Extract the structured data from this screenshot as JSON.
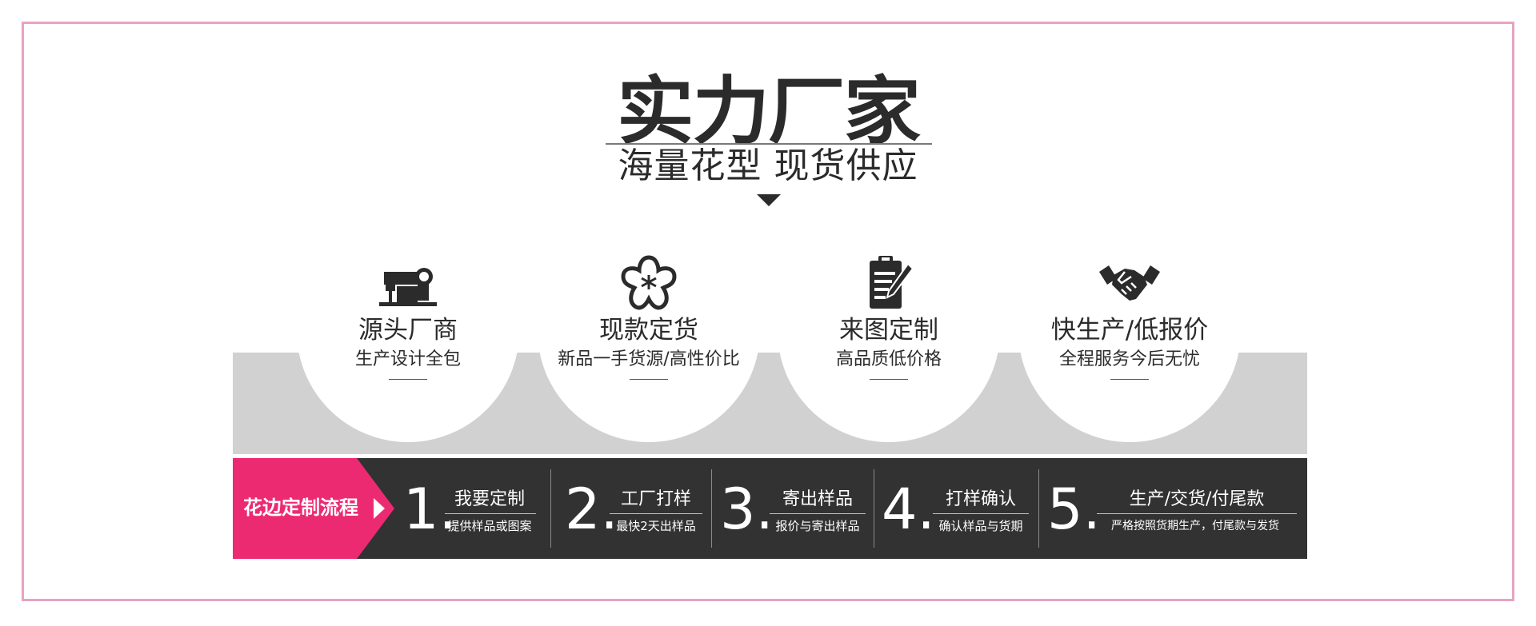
{
  "hero": {
    "title": "实力厂家",
    "subtitle": "海量花型 现货供应"
  },
  "features": [
    {
      "icon": "sewing-machine-icon",
      "title": "源头厂商",
      "desc": "生产设计全包"
    },
    {
      "icon": "flower-icon",
      "title": "现款定货",
      "desc": "新品一手货源/高性价比"
    },
    {
      "icon": "clipboard-icon",
      "title": "来图定制",
      "desc": "高品质低价格"
    },
    {
      "icon": "handshake-icon",
      "title": "快生产/低报价",
      "desc": "全程服务今后无忧"
    }
  ],
  "process": {
    "label": "花边定制流程",
    "steps": [
      {
        "number": "1.",
        "title": "我要定制",
        "desc": "提供样品或图案"
      },
      {
        "number": "2.",
        "title": "工厂打样",
        "desc": "最快2天出样品"
      },
      {
        "number": "3.",
        "title": "寄出样品",
        "desc": "报价与寄出样品"
      },
      {
        "number": "4.",
        "title": "打样确认",
        "desc": "确认样品与货期"
      },
      {
        "number": "5.",
        "title": "生产/交货/付尾款",
        "desc": "严格按照货期生产，付尾款与发货"
      }
    ]
  },
  "colors": {
    "accent": "#ec2a72",
    "frame": "#e8a3c2",
    "dark": "#323232",
    "band": "#d1d1d1"
  }
}
